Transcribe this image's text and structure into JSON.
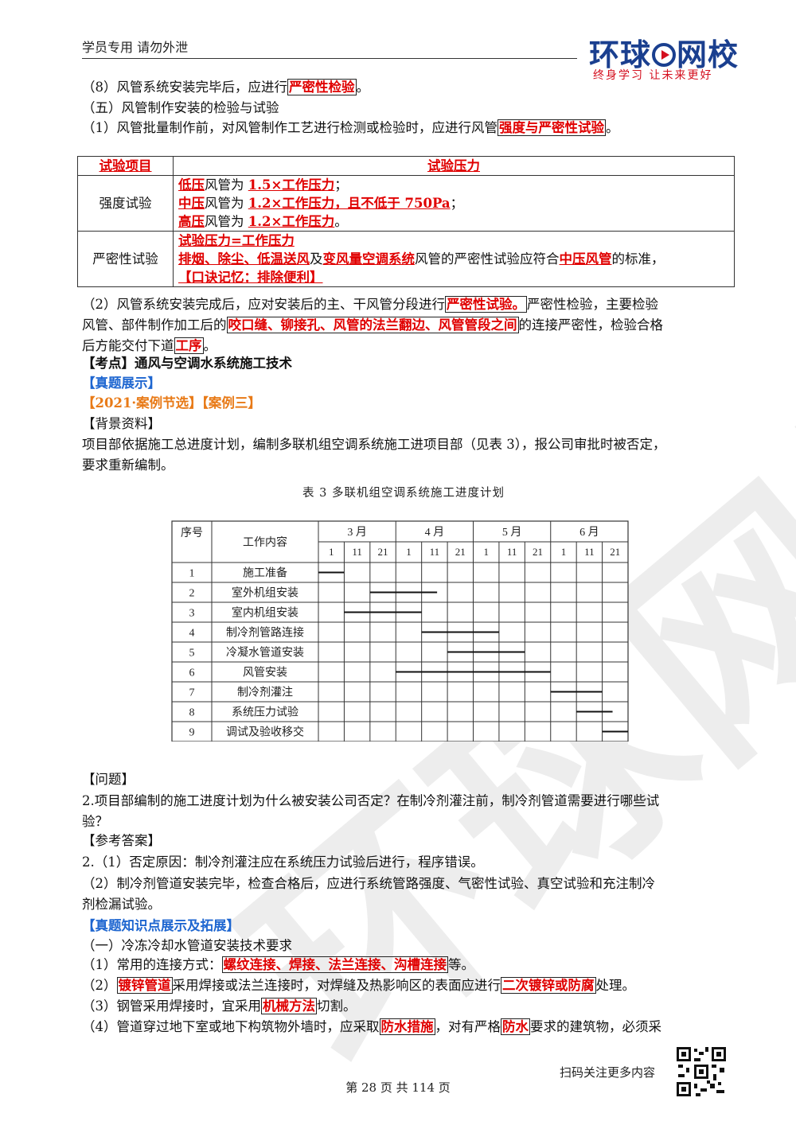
{
  "header": {
    "left": "学员专用 请勿外泄",
    "brand": "环球网校",
    "brand_a": "环球",
    "brand_b": "网校",
    "slogan": "终身学习 让未来更好"
  },
  "lines": {
    "l8_a": "（8）风管系统安装完毕后，应进行",
    "l8_box": "严密性检验",
    "l8_b": "。",
    "l5": "（五）风管制作安装的检验与试验",
    "l1_a": "（1）风管批量制作前，对风管制作工艺进行检测或检验时，应进行风管",
    "l1_box": "强度与严密性试验",
    "l1_b": "。"
  },
  "table1": {
    "head": [
      "试验项目",
      "试验压力"
    ],
    "strength_label": "强度试验",
    "strength": [
      {
        "a": "低压",
        "b": "风管为 ",
        "c": "1.5×工作压力",
        "d": "；"
      },
      {
        "a": "中压",
        "b": "风管为 ",
        "c": "1.2×工作压力，且不低于 750Pa",
        "d": "；"
      },
      {
        "a": "高压",
        "b": "风管为 ",
        "c": "1.2×工作压力",
        "d": "。"
      }
    ],
    "tight_label": "严密性试验",
    "tight_r1": "试验压力=工作压力",
    "tight_r2_a": "排烟、除尘、低温送风",
    "tight_r2_b": "及",
    "tight_r2_c": "变风量空调系统",
    "tight_r2_d": "风管的严密性试验应符合",
    "tight_r2_e": "中压风管",
    "tight_r2_f": "的标准，",
    "tight_r3": "【口诀记忆：排除便利】"
  },
  "p2": {
    "a": "（2）风管系统安装完成后，应对安装后的主、干风管分段进行",
    "box1": "严密性试验。",
    "b": "严密性检验，主要检验",
    "c": "风管、部件制作加工后的",
    "box2": "咬口缝、铆接孔、风管的法兰翻边、风管管段之间",
    "d": "的连接严密性，检验合格",
    "e": "后方能交付下道",
    "box3": "工序",
    "f": "。"
  },
  "kaodian": {
    "a": "【考点】",
    "b": "通风与空调水系统施工技术"
  },
  "zhenti": "【真题展示】",
  "case_a": "【2021·案例节选】",
  "case_b": "【案例三】",
  "bg_label": "【背景资料】",
  "bg_1": "项目部依据施工总进度计划，编制多联机组空调系统施工进项目部（见表 3），报公司审批时被否定，",
  "bg_2": "要求重新编制。",
  "gantt": {
    "caption": "表 3  多联机组空调系统施工进度计划",
    "seq": "序号",
    "work": "工作内容",
    "months": [
      "3 月",
      "4 月",
      "5 月",
      "6 月"
    ],
    "days": [
      "1",
      "11",
      "21",
      "1",
      "11",
      "21",
      "1",
      "11",
      "21",
      "1",
      "11",
      "21"
    ],
    "rows": [
      {
        "n": "1",
        "name": "施工准备",
        "start": 0,
        "end": 1
      },
      {
        "n": "2",
        "name": "室外机组安装",
        "start": 2,
        "end": 4.6
      },
      {
        "n": "3",
        "name": "室内机组安装",
        "start": 1,
        "end": 4
      },
      {
        "n": "4",
        "name": "制冷剂管路连接",
        "start": 4,
        "end": 7
      },
      {
        "n": "5",
        "name": "冷凝水管道安装",
        "start": 5,
        "end": 8
      },
      {
        "n": "6",
        "name": "风管安装",
        "start": 3,
        "end": 9
      },
      {
        "n": "7",
        "name": "制冷剂灌注",
        "start": 9,
        "end": 11
      },
      {
        "n": "8",
        "name": "系统压力试验",
        "start": 10,
        "end": 11.4
      },
      {
        "n": "9",
        "name": "调试及验收移交",
        "start": 11,
        "end": 12
      }
    ]
  },
  "question_label": "【问题】",
  "q2_1": "2.项目部编制的施工进度计划为什么被安装公司否定？在制冷剂灌注前，制冷剂管道需要进行哪些试",
  "q2_2": "验？",
  "answer_label": "【参考答案】",
  "a_1": "2.（1）否定原因：制冷剂灌注应在系统压力试验后进行，程序错误。",
  "a_2": "（2）制冷剂管道安装完毕，检查合格后，应进行系统管路强度、气密性试验、真空试验和充注制冷",
  "a_3": "剂检漏试验。",
  "ext_label": "【真题知识点展示及拓展】",
  "ext_1": "（一）冷冻冷却水管道安装技术要求",
  "c1_a": "（1）常用的连接方式：",
  "c1_box": "螺纹连接、焊接、法兰连接、沟槽连接",
  "c1_b": "等。",
  "c2_a": "（2）",
  "c2_box1": "镀锌管道",
  "c2_b": "采用焊接或法兰连接时，对焊缝及热影响区的表面应进行",
  "c2_box2": "二次镀锌或防腐",
  "c2_c": "处理。",
  "c3_a": "（3）钢管采用焊接时，宜采用",
  "c3_box": "机械方法",
  "c3_b": "切割。",
  "c4_a": "（4）管道穿过地下室或地下构筑物外墙时，应采取",
  "c4_box1": "防水措施",
  "c4_b": "，对有严格",
  "c4_box2": "防水",
  "c4_c": "要求的建筑物，必须采",
  "footer": {
    "scan": "扫码关注更多内容",
    "page": "第 28 页 共 114 页"
  },
  "watermark": "环球网校",
  "colors": {
    "red": "#e00000",
    "blue": "#1e66d0",
    "orange": "#e87a17",
    "brand": "#1a3f8f"
  }
}
